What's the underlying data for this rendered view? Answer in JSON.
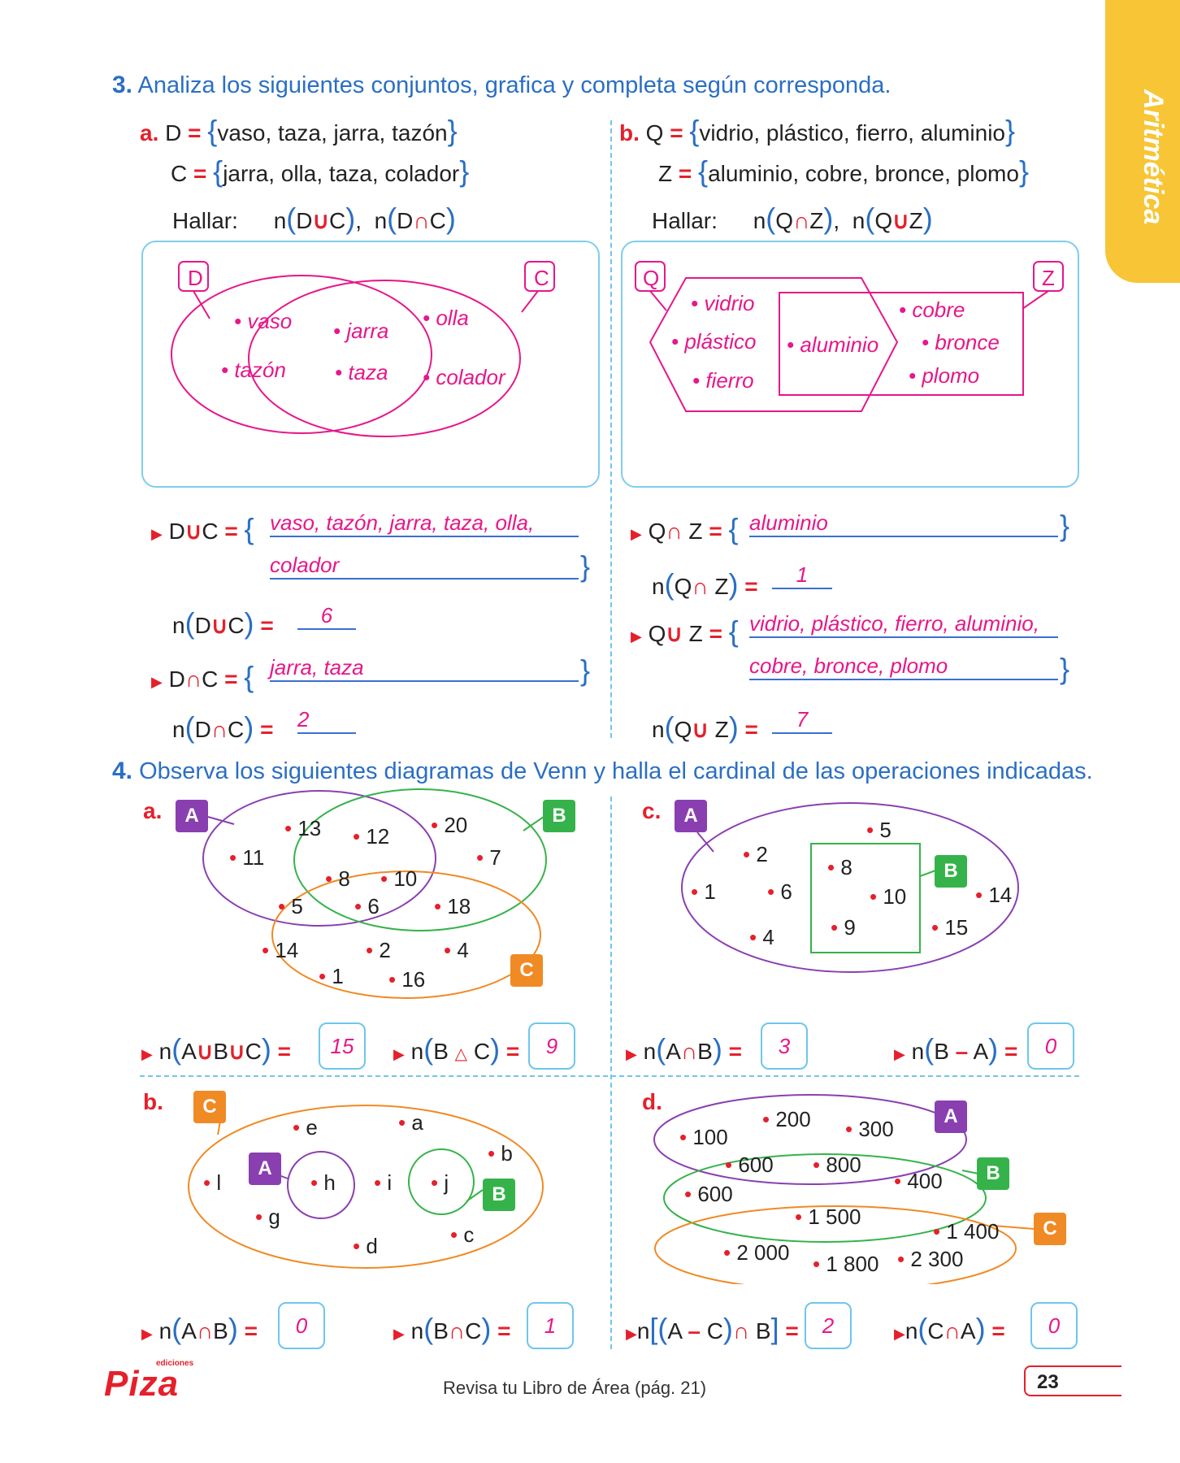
{
  "tab_label": "Aritmética",
  "ex3": {
    "number": "3.",
    "instruction": "Analiza los siguientes conjuntos, grafica y completa según corresponda.",
    "a": {
      "letter": "a.",
      "set1_name": "D",
      "set1_items": "vaso, taza, jarra, tazón",
      "set2_name": "C",
      "set2_items": "jarra, olla, taza, colador",
      "hallar": "Hallar:",
      "venn_labels": [
        "D",
        "C"
      ],
      "only_left": [
        "vaso",
        "tazón"
      ],
      "both": [
        "jarra",
        "taza"
      ],
      "only_right": [
        "olla",
        "colador"
      ],
      "union_ans_1": "vaso, tazón, jarra, taza, olla,",
      "union_ans_2": "colador",
      "n_union": "6",
      "inter_ans": "jarra, taza",
      "n_inter": "2"
    },
    "b": {
      "letter": "b.",
      "set1_name": "Q",
      "set1_items": "vidrio, plástico, fierro, aluminio",
      "set2_name": "Z",
      "set2_items": "aluminio, cobre, bronce, plomo",
      "hallar": "Hallar:",
      "venn_labels": [
        "Q",
        "Z"
      ],
      "only_left": [
        "vidrio",
        "plástico",
        "fierro"
      ],
      "both": [
        "aluminio"
      ],
      "only_right": [
        "cobre",
        "bronce",
        "plomo"
      ],
      "inter_ans": "aluminio",
      "n_inter": "1",
      "union_ans_1": "vidrio, plástico, fierro, aluminio,",
      "union_ans_2": "cobre, bronce, plomo",
      "n_union": "7"
    }
  },
  "ex4": {
    "number": "4.",
    "instruction": "Observa los siguientes diagramas de Venn y halla el cardinal de las operaciones indicadas.",
    "a": {
      "letter": "a.",
      "labels": [
        "A",
        "B",
        "C"
      ],
      "elements": [
        "13",
        "12",
        "20",
        "11",
        "7",
        "8",
        "10",
        "5",
        "6",
        "18",
        "14",
        "2",
        "4",
        "1",
        "16"
      ],
      "ans1": "15",
      "ans2": "9"
    },
    "b": {
      "letter": "b.",
      "labels": [
        "C",
        "A",
        "B"
      ],
      "elements": [
        "e",
        "a",
        "b",
        "l",
        "h",
        "i",
        "j",
        "g",
        "c",
        "d"
      ],
      "ans1": "0",
      "ans2": "1"
    },
    "c": {
      "letter": "c.",
      "labels": [
        "A",
        "B"
      ],
      "elements": [
        "5",
        "2",
        "8",
        "1",
        "6",
        "10",
        "14",
        "9",
        "4",
        "15"
      ],
      "ans1": "3",
      "ans2": "0"
    },
    "d": {
      "letter": "d.",
      "labels": [
        "A",
        "B",
        "C"
      ],
      "elements": [
        "200",
        "300",
        "100",
        "600",
        "800",
        "400",
        "600",
        "1 500",
        "1 400",
        "2 000",
        "1 800",
        "2 300"
      ],
      "ans1": "2",
      "ans2": "0"
    }
  },
  "footer": "Revisa tu Libro de Área (pág. 21)",
  "page_number": "23",
  "logo": "Piza",
  "logo_sub": "ediciones",
  "colors": {
    "blue": "#2a6fc4",
    "red": "#e5202b",
    "magenta": "#e6178a",
    "purple": "#8a3fb0",
    "green": "#35b34a",
    "orange": "#f08a24",
    "cyan": "#6fc6ea",
    "tab": "#f7c535"
  }
}
